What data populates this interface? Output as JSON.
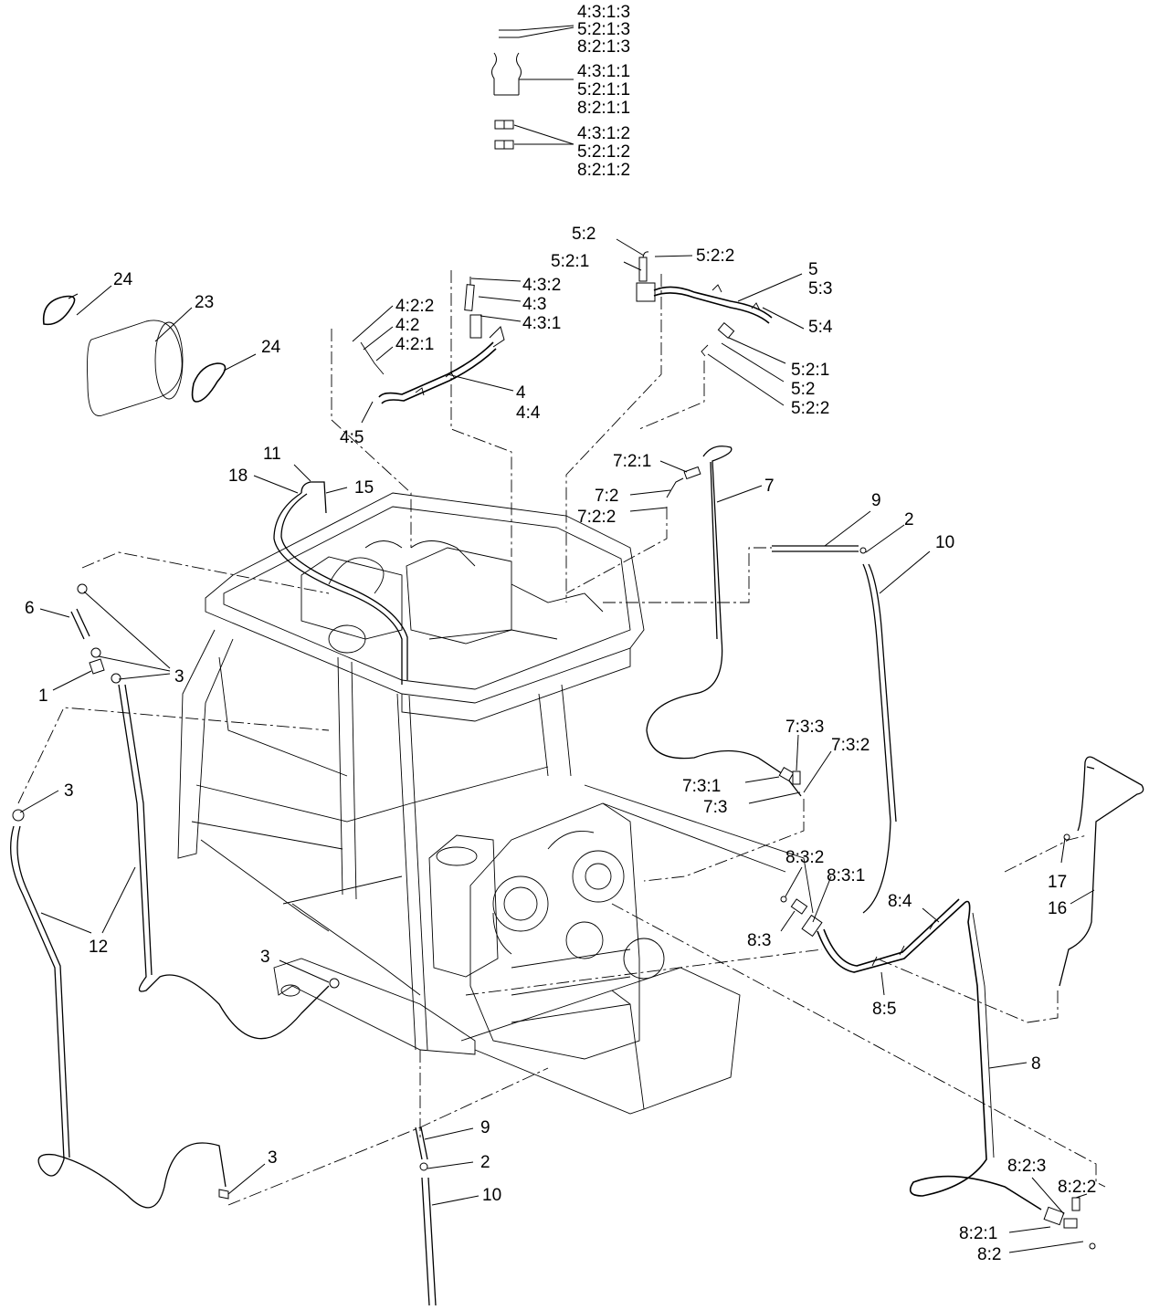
{
  "legend": [
    {
      "part": "wire",
      "labels": [
        "4:3:1:3",
        "5:2:1:3",
        "8:2:1:3"
      ]
    },
    {
      "part": "sleeve",
      "labels": [
        "4:3:1:1",
        "5:2:1:1",
        "8:2:1:1"
      ]
    },
    {
      "part": "connector",
      "labels": [
        "4:3:1:2",
        "5:2:1:2",
        "8:2:1:2"
      ]
    }
  ],
  "callouts": {
    "c24a": "24",
    "c23": "23",
    "c24b": "24",
    "c422": "4:2:2",
    "c42": "4:2",
    "c421": "4:2:1",
    "c432": "4:3:2",
    "c43": "4:3",
    "c431": "4:3:1",
    "c4": "4",
    "c44": "4:4",
    "c45": "4:5",
    "c52a": "5:2",
    "c521a": "5:2:1",
    "c522a": "5:2:2",
    "c5": "5",
    "c53": "5:3",
    "c54": "5:4",
    "c521b": "5:2:1",
    "c52b": "5:2",
    "c522b": "5:2:2",
    "c11": "11",
    "c18": "18",
    "c15": "15",
    "c721": "7:2:1",
    "c72": "7:2",
    "c722": "7:2:2",
    "c7": "7",
    "c9a": "9",
    "c2a": "2",
    "c10a": "10",
    "c6": "6",
    "c3a": "3",
    "c1": "1",
    "c3b": "3",
    "c12": "12",
    "c733": "7:3:3",
    "c732": "7:3:2",
    "c731": "7:3:1",
    "c73": "7:3",
    "c832": "8:3:2",
    "c831": "8:3:1",
    "c83": "8:3",
    "c84": "8:4",
    "c85": "8:5",
    "c17": "17",
    "c16": "16",
    "c3c": "3",
    "c8": "8",
    "c9b": "9",
    "c2b": "2",
    "c10b": "10",
    "c3d": "3",
    "c823": "8:2:3",
    "c822": "8:2:2",
    "c821": "8:2:1",
    "c82": "8:2"
  }
}
